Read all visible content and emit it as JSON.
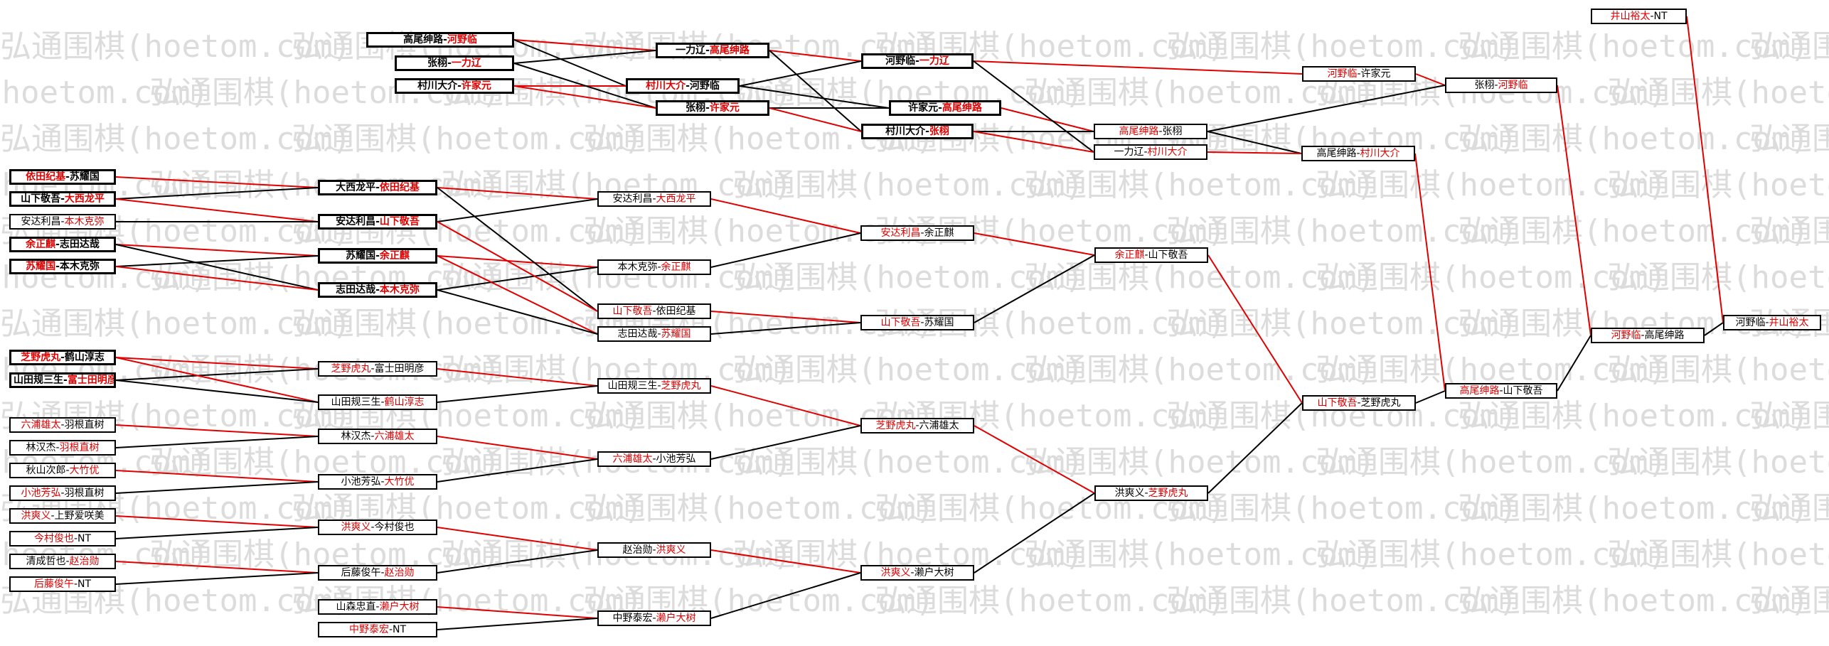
{
  "watermark": {
    "text": "弘通围棋(hoetom.com)",
    "color": "#dcdcdc"
  },
  "colors": {
    "win": "#e00000",
    "loss": "#000000"
  },
  "matches": [
    {
      "id": "a1",
      "a": "高尾绅路",
      "b": "河野临",
      "w": "b",
      "bold": true
    },
    {
      "id": "a2",
      "a": "张栩",
      "b": "一力辽",
      "w": "b",
      "bold": true
    },
    {
      "id": "a3",
      "a": "村川大介",
      "b": "许家元",
      "w": "b",
      "bold": true
    },
    {
      "id": "b1",
      "a": "一力辽",
      "b": "高尾绅路",
      "w": "b",
      "bold": true
    },
    {
      "id": "b2",
      "a": "村川大介",
      "b": "河野临",
      "w": "a",
      "bold": true
    },
    {
      "id": "b3",
      "a": "张栩",
      "b": "许家元",
      "w": "b",
      "bold": true
    },
    {
      "id": "c1",
      "a": "河野临",
      "b": "一力辽",
      "w": "b",
      "bold": true
    },
    {
      "id": "c2",
      "a": "许家元",
      "b": "高尾绅路",
      "w": "b",
      "bold": true
    },
    {
      "id": "c3",
      "a": "村川大介",
      "b": "张栩",
      "w": "b",
      "bold": true
    },
    {
      "id": "d1",
      "a": "河野临",
      "b": "许家元",
      "w": "a",
      "bold": false
    },
    {
      "id": "d2",
      "a": "高尾绅路",
      "b": "张栩",
      "w": "a",
      "bold": false
    },
    {
      "id": "d3",
      "a": "一力辽",
      "b": "村川大介",
      "w": "b",
      "bold": false
    },
    {
      "id": "e1",
      "a": "张栩",
      "b": "河野临",
      "w": "b",
      "bold": false
    },
    {
      "id": "e2",
      "a": "高尾绅路",
      "b": "村川大介",
      "w": "b",
      "bold": false
    },
    {
      "id": "f1",
      "a": "依田纪基",
      "b": "苏耀国",
      "w": "a",
      "bold": true
    },
    {
      "id": "f2",
      "a": "山下敬吾",
      "b": "大西龙平",
      "w": "b",
      "bold": true
    },
    {
      "id": "f3",
      "a": "安达利昌",
      "b": "本木克弥",
      "w": "b",
      "bold": false
    },
    {
      "id": "f4",
      "a": "余正麒",
      "b": "志田达哉",
      "w": "a",
      "bold": true
    },
    {
      "id": "f5",
      "a": "苏耀国",
      "b": "本木克弥",
      "w": "a",
      "bold": true
    },
    {
      "id": "g1",
      "a": "大西龙平",
      "b": "依田纪基",
      "w": "b",
      "bold": true
    },
    {
      "id": "g2",
      "a": "安达利昌",
      "b": "山下敬吾",
      "w": "b",
      "bold": true
    },
    {
      "id": "g3",
      "a": "苏耀国",
      "b": "余正麒",
      "w": "b",
      "bold": true
    },
    {
      "id": "g4",
      "a": "志田达哉",
      "b": "本木克弥",
      "w": "b",
      "bold": true
    },
    {
      "id": "h1",
      "a": "安达利昌",
      "b": "大西龙平",
      "w": "b",
      "bold": false
    },
    {
      "id": "h2",
      "a": "本木克弥",
      "b": "余正麒",
      "w": "b",
      "bold": false
    },
    {
      "id": "h3",
      "a": "山下敬吾",
      "b": "依田纪基",
      "w": "a",
      "bold": false
    },
    {
      "id": "h4",
      "a": "志田达哉",
      "b": "苏耀国",
      "w": "b",
      "bold": false
    },
    {
      "id": "i1",
      "a": "安达利昌",
      "b": "余正麒",
      "w": "a",
      "bold": false
    },
    {
      "id": "i2",
      "a": "山下敬吾",
      "b": "苏耀国",
      "w": "a",
      "bold": false
    },
    {
      "id": "j1",
      "a": "余正麒",
      "b": "山下敬吾",
      "w": "a",
      "bold": false
    },
    {
      "id": "k1",
      "a": "芝野虎丸",
      "b": "鹤山淳志",
      "w": "a",
      "bold": true
    },
    {
      "id": "k2",
      "a": "山田规三生",
      "b": "富士田明彦",
      "w": "b",
      "bold": true
    },
    {
      "id": "k3",
      "a": "六浦雄太",
      "b": "羽根直树",
      "w": "a",
      "bold": false
    },
    {
      "id": "k4",
      "a": "林汉杰",
      "b": "羽根直树",
      "w": "b",
      "bold": false
    },
    {
      "id": "k5",
      "a": "秋山次郎",
      "b": "大竹优",
      "w": "b",
      "bold": false
    },
    {
      "id": "k6",
      "a": "小池芳弘",
      "b": "羽根直树",
      "w": "a",
      "bold": false
    },
    {
      "id": "k7",
      "a": "洪爽义",
      "b": "上野爱咲美",
      "w": "a",
      "bold": false
    },
    {
      "id": "k8",
      "a": "今村俊也",
      "b": "NT",
      "w": "a",
      "bold": false
    },
    {
      "id": "k9",
      "a": "清成哲也",
      "b": "赵治勋",
      "w": "b",
      "bold": false
    },
    {
      "id": "k10",
      "a": "后藤俊午",
      "b": "NT",
      "w": "a",
      "bold": false
    },
    {
      "id": "l1",
      "a": "芝野虎丸",
      "b": "富士田明彦",
      "w": "a",
      "bold": false
    },
    {
      "id": "l2",
      "a": "山田规三生",
      "b": "鹤山淳志",
      "w": "b",
      "bold": false
    },
    {
      "id": "l3",
      "a": "林汉杰",
      "b": "六浦雄太",
      "w": "b",
      "bold": false
    },
    {
      "id": "l4",
      "a": "小池芳弘",
      "b": "大竹优",
      "w": "b",
      "bold": false
    },
    {
      "id": "l5",
      "a": "洪爽义",
      "b": "今村俊也",
      "w": "a",
      "bold": false
    },
    {
      "id": "l6",
      "a": "后藤俊午",
      "b": "赵治勋",
      "w": "b",
      "bold": false
    },
    {
      "id": "l7",
      "a": "山森忠直",
      "b": "濑户大树",
      "w": "b",
      "bold": false
    },
    {
      "id": "l8",
      "a": "中野泰宏",
      "b": "NT",
      "w": "a",
      "bold": false
    },
    {
      "id": "m1",
      "a": "山田规三生",
      "b": "芝野虎丸",
      "w": "b",
      "bold": false
    },
    {
      "id": "m2",
      "a": "六浦雄太",
      "b": "小池芳弘",
      "w": "a",
      "bold": false
    },
    {
      "id": "m3",
      "a": "赵治勋",
      "b": "洪爽义",
      "w": "b",
      "bold": false
    },
    {
      "id": "m4",
      "a": "中野泰宏",
      "b": "濑户大树",
      "w": "b",
      "bold": false
    },
    {
      "id": "n1",
      "a": "芝野虎丸",
      "b": "六浦雄太",
      "w": "a",
      "bold": false
    },
    {
      "id": "n2",
      "a": "洪爽义",
      "b": "濑户大树",
      "w": "a",
      "bold": false
    },
    {
      "id": "o1",
      "a": "洪爽义",
      "b": "芝野虎丸",
      "w": "b",
      "bold": false
    },
    {
      "id": "p1",
      "a": "山下敬吾",
      "b": "芝野虎丸",
      "w": "a",
      "bold": false
    },
    {
      "id": "q1",
      "a": "高尾绅路",
      "b": "山下敬吾",
      "w": "a",
      "bold": false
    },
    {
      "id": "r1",
      "a": "河野临",
      "b": "高尾绅路",
      "w": "a",
      "bold": false
    },
    {
      "id": "s1",
      "a": "井山裕太",
      "b": "NT",
      "w": "a",
      "bold": false
    },
    {
      "id": "t1",
      "a": "河野临",
      "b": "井山裕太",
      "w": "b",
      "bold": false
    }
  ]
}
